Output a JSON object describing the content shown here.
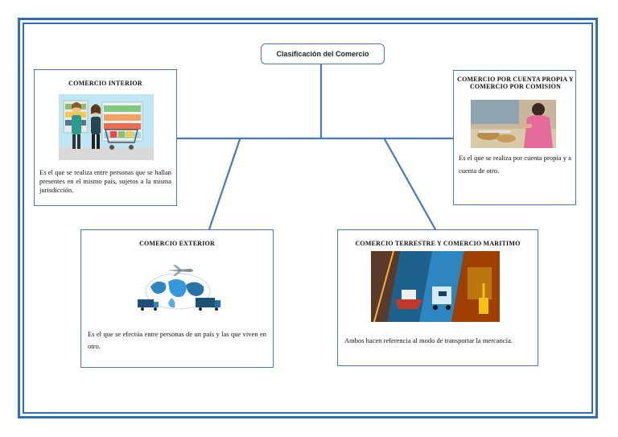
{
  "root": {
    "label": "Clasificación del Comercio"
  },
  "cards": {
    "interior": {
      "title": "COMERCIO INTERIOR",
      "text": "Es el que se realiza entre personas que se hallan presentes en el mismo país, sujetos a la misma jurisdicción.",
      "image": "shopping-illustration"
    },
    "cuenta": {
      "title": "COMERCIO POR CUENTA PROPIA Y COMERCIO POR COMISION",
      "text": "Es el que se realiza por cuenta propia y a cuenta de otro.",
      "image": "vendor-photo"
    },
    "exterior": {
      "title": "COMERCIO EXTERIOR",
      "text": "Es el que se efectúa entre personas de un país y las que viven en otro.",
      "image": "world-map-transport"
    },
    "terrestre": {
      "title": "COMERCIO TERRESTRE Y COMERCIO MARITIMO",
      "text": "Ambos hacen referencia al modo de transportar la mercancía.",
      "image": "transport-collage"
    }
  },
  "colors": {
    "frame": "#2f6fb2",
    "connector": "#4a7ab5",
    "card_border": "#4a7ab5"
  }
}
